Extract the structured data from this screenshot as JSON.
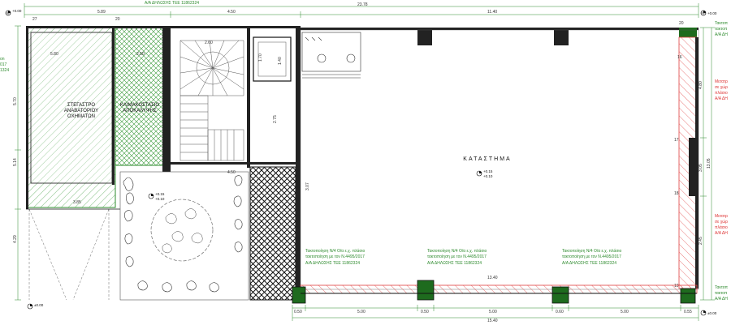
{
  "header": {
    "license_note": "Α/Α ΔΗΛΩΣΗΣ ΤΕΕ 11862324"
  },
  "rooms": {
    "main_store": "ΚΑΤΑΣΤΗΜΑ",
    "left_room_line1": "ΣΤΕΓΑΣΤΡΟ",
    "left_room_line2": "ΑΝΑΒΑΤΟΡΙΟΥ",
    "left_room_line3": "ΟΧΗΜΑΤΩΝ",
    "middle_room_line1": "ΚΛΙΜΑΚΟΣΤΑΣΙΟ",
    "middle_room_line2": "ΑΠΟΚΑΛΥΨΗΣ"
  },
  "levels": {
    "top_left": "+0.00",
    "top_right": "+0.00",
    "bottom_left": "±0.00",
    "bottom_right": "±0.00",
    "store_upper": "+0.15",
    "store_lower": "+0.10",
    "courtyard_upper": "+0.15",
    "courtyard_lower": "+0.10"
  },
  "dimensions": {
    "top_total": "23.78",
    "top_seg1": "5.89",
    "top_seg2": "4.50",
    "top_seg3": "11.40",
    "top_small1": "27",
    "top_small2": "20",
    "left_v1": "5.70",
    "left_v2": "5.14",
    "left_v3": "4.29",
    "stair_w": "2.60",
    "elev_w": "1.70",
    "elev_h": "1.40",
    "stair_v": "2.75",
    "store_v": "3.07",
    "store_bottom": "13.40",
    "courtyard_w": "4.50",
    "shade_w": "3.85",
    "inner_w1": "5.80",
    "inner_w2": "2.50",
    "bottom_seg1": "0.50",
    "bottom_seg2": "5.00",
    "bottom_seg3": "0.50",
    "bottom_seg4": "5.00",
    "bottom_seg5": "0.60",
    "bottom_seg6": "5.00",
    "bottom_seg7": "0.55",
    "bottom_total": "15.40",
    "right_v1": "4.80",
    "right_v2": "3.05",
    "right_v3": "13.05",
    "right_v4": "2.45",
    "small_a": "16",
    "small_b": "17",
    "small_c": "18",
    "small_d": "19",
    "small_e": "20"
  },
  "notes": {
    "legal_line1": "Τακτοποίηση Ν/4 Ο/α ε.χ. πλάσιο",
    "legal_line2": "τακτοποίηση με τον Ν.4495/2017",
    "legal_line3": "Α/Α ΔΗΛΩΣΗΣ ΤΕΕ 11862324",
    "left_edge_line1": "on",
    "left_edge_line2": "017",
    "left_edge_line3": "1324",
    "right_edge_a1": "Τακτοπ",
    "right_edge_a2": "τακτοπ",
    "right_edge_a3": "Α/Α ΔΗ",
    "right_edge_b1": "Μετατρ",
    "right_edge_b2": "σε χώρ",
    "right_edge_b3": "πλάσιο",
    "right_edge_b4": "Α/Α ΔΗ",
    "right_edge_c1": "Μετατρ",
    "right_edge_c2": "σε χώρ",
    "right_edge_c3": "πλάσιο",
    "right_edge_c4": "Α/Α ΔΗ",
    "right_edge_d1": "Τακτοπ",
    "right_edge_d2": "τακτοπ",
    "right_edge_d3": "Α/Α ΔΗ"
  }
}
